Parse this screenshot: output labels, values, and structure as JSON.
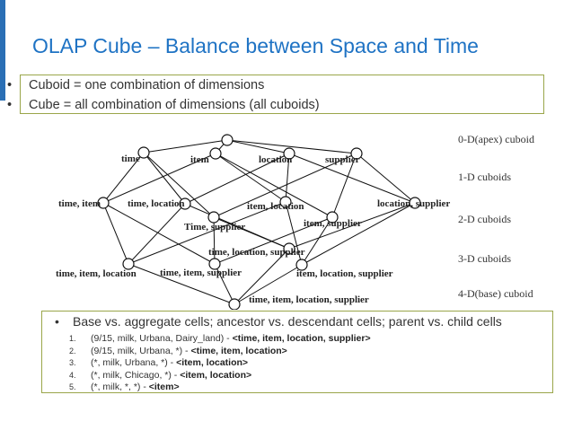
{
  "slide": {
    "title": "OLAP Cube – Balance between Space and Time",
    "bullets": [
      "Cuboid = one combination of dimensions",
      "Cube = all combination of dimensions  (all cuboids)"
    ],
    "bullet_symbol": "•"
  },
  "lattice": {
    "level_labels": {
      "d1": [
        "time",
        "item",
        "location",
        "supplier"
      ],
      "d2": [
        "time, item",
        "time, location",
        "Time, supplier",
        "item, location",
        "item, supplier",
        "location, supplier"
      ],
      "d3": [
        "time, item, location",
        "time, item, supplier",
        "time, location, supplier",
        "item, location, supplier"
      ],
      "d4": [
        "time, item, location, supplier"
      ]
    },
    "side_labels": [
      "0-D(apex) cuboid",
      "1-D cuboids",
      "2-D cuboids",
      "3-D cuboids",
      "4-D(base) cuboid"
    ]
  },
  "cells": {
    "heading": "Base vs. aggregate cells; ancestor vs. descendant cells; parent vs. child cells",
    "items": [
      {
        "num": "1.",
        "text": "(9/15, milk, Urbana, Dairy_land)  - ",
        "bold": "<time, item, location, supplier>"
      },
      {
        "num": "2.",
        "text": "(9/15, milk, Urbana, *)  - ",
        "bold": "<time, item, location>"
      },
      {
        "num": "3.",
        "text": "(*, milk, Urbana, *)  - ",
        "bold": "<item, location>"
      },
      {
        "num": "4.",
        "text": "(*, milk, Chicago, *)  - ",
        "bold": "<item, location>"
      },
      {
        "num": "5.",
        "text": "(*, milk, *, *)  - ",
        "bold": "<item>"
      }
    ]
  }
}
